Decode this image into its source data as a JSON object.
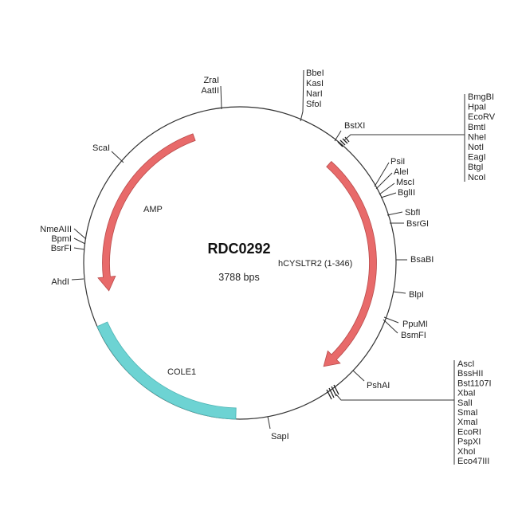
{
  "plasmid": {
    "name": "RDC0292",
    "size": "3788 bps"
  },
  "features": [
    {
      "label": "AMP",
      "color": "#e86a6a",
      "type": "arrow"
    },
    {
      "label": "hCYSLTR2 (1-346)",
      "color": "#e86a6a",
      "type": "arrow"
    },
    {
      "label": "COLE1",
      "color": "#6dd3d3",
      "type": "block"
    }
  ],
  "sites": {
    "zral": [
      "ZraI",
      "AatII"
    ],
    "bbei": [
      "BbeI",
      "KasI",
      "NarI",
      "SfoI"
    ],
    "bstxi": "BstXI",
    "mcs1": [
      "BmgBI",
      "HpaI",
      "EcoRV",
      "BmtI",
      "NheI",
      "NotI",
      "EagI",
      "BtgI",
      "NcoI"
    ],
    "psii": [
      "PsiI",
      "AleI",
      "MscI",
      "BglII"
    ],
    "sbfi": [
      "SbfI",
      "BsrGI"
    ],
    "bsabi": "BsaBI",
    "blpi": "BlpI",
    "ppumi": [
      "PpuMI",
      "BsmFI"
    ],
    "pshai": "PshAI",
    "mcs2": [
      "AscI",
      "BssHII",
      "Bst1107I",
      "XbaI",
      "SalI",
      "SmaI",
      "XmaI",
      "EcoRI",
      "PspXI",
      "XhoI",
      "Eco47III"
    ],
    "sapi": "SapI",
    "scai": "ScaI",
    "nmeaiii": [
      "NmeAIII",
      "BpmI",
      "BsrFI"
    ],
    "ahdi": "AhdI"
  }
}
